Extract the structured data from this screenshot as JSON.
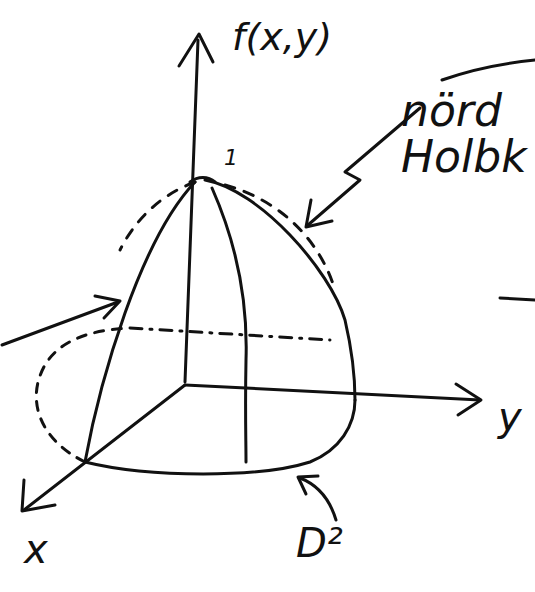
{
  "diagram": {
    "labels": [
      "f(x,y)",
      "1",
      "nörd Holbk",
      "y",
      "x",
      "D²"
    ]
  }
}
